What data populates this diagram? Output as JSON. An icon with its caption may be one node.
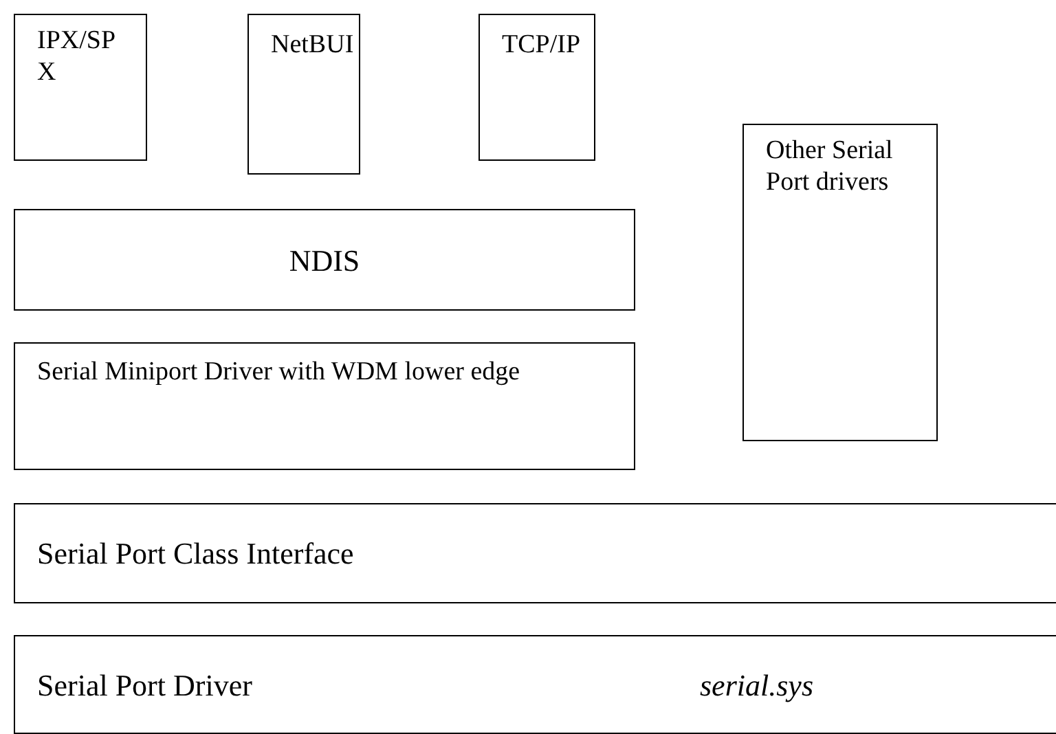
{
  "diagram": {
    "nodes": [
      {
        "text": [
          "IPX/SPX"
        ]
      },
      {
        "text": [
          "NetBUI"
        ]
      },
      {
        "text": [
          "TCP/IP"
        ]
      },
      {
        "text": [
          "Other Serial Port drivers"
        ]
      },
      {
        "text": [
          "NDIS"
        ]
      },
      {
        "text": [
          "Serial Miniport Driver with WDM lower edge"
        ]
      },
      {
        "text": [
          "Serial Port Class Interface"
        ]
      },
      {
        "text": [
          "Serial Port Driver",
          "serial.sys"
        ]
      }
    ]
  }
}
